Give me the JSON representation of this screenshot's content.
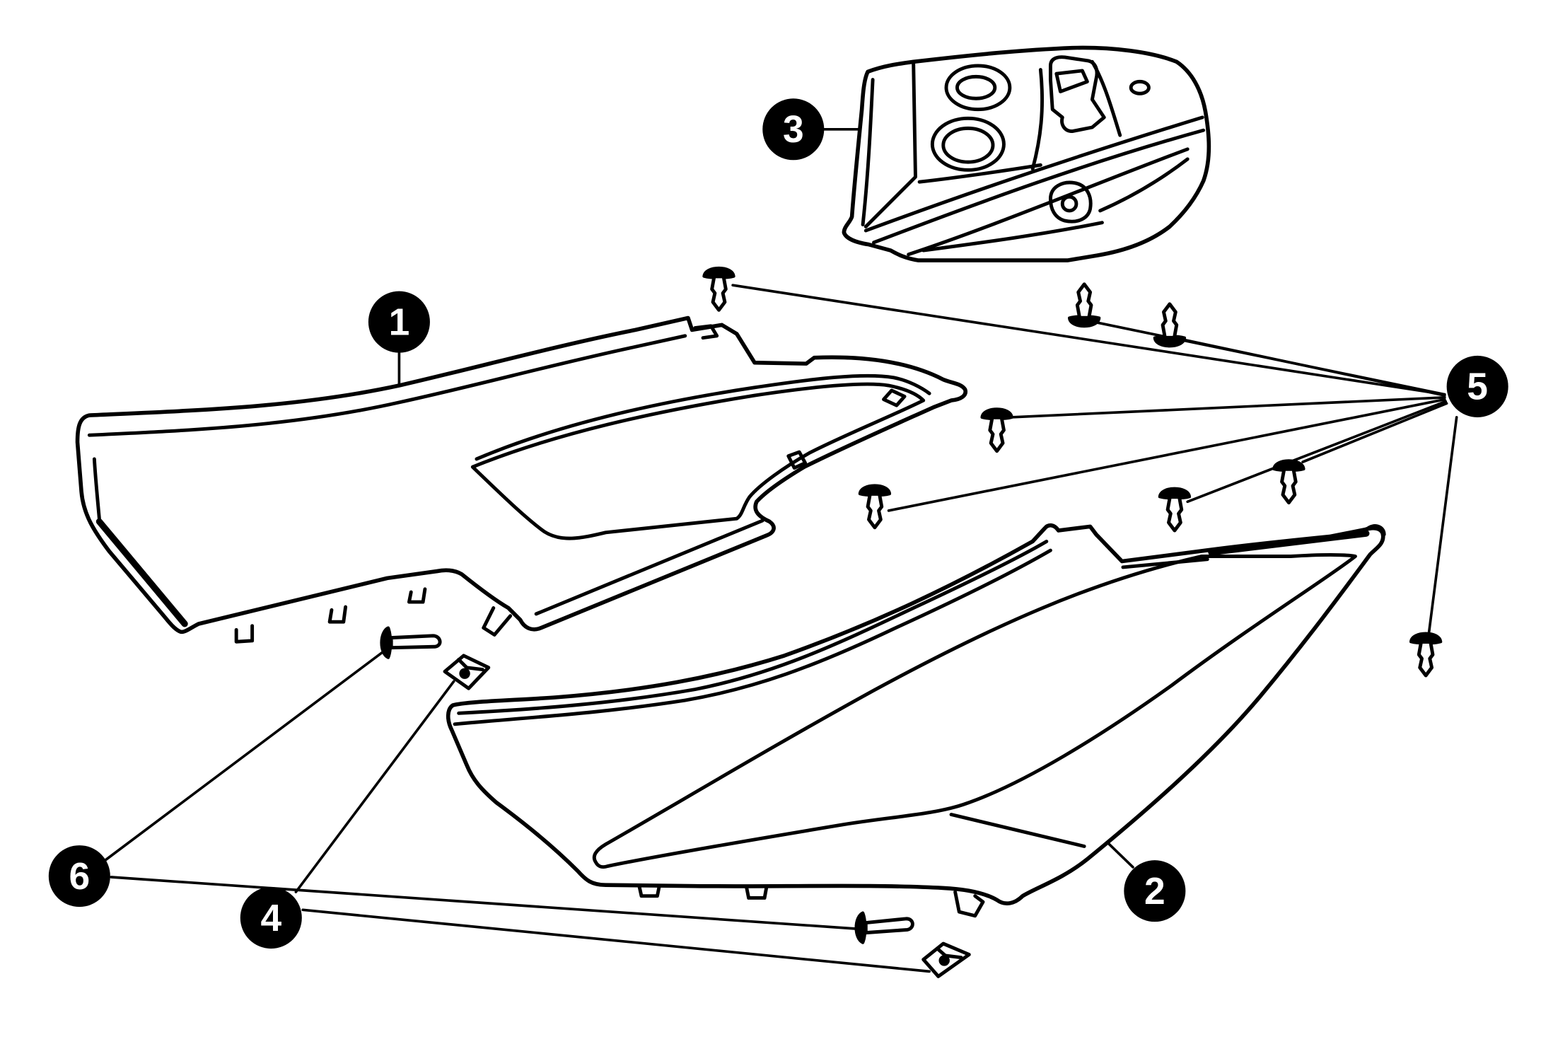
{
  "callouts": [
    {
      "label": "1"
    },
    {
      "label": "2"
    },
    {
      "label": "3"
    },
    {
      "label": "4"
    },
    {
      "label": "5"
    },
    {
      "label": "6"
    }
  ],
  "colors": {
    "line": "#000000",
    "background": "#ffffff",
    "callout_fill": "#000000",
    "callout_text": "#ffffff"
  }
}
